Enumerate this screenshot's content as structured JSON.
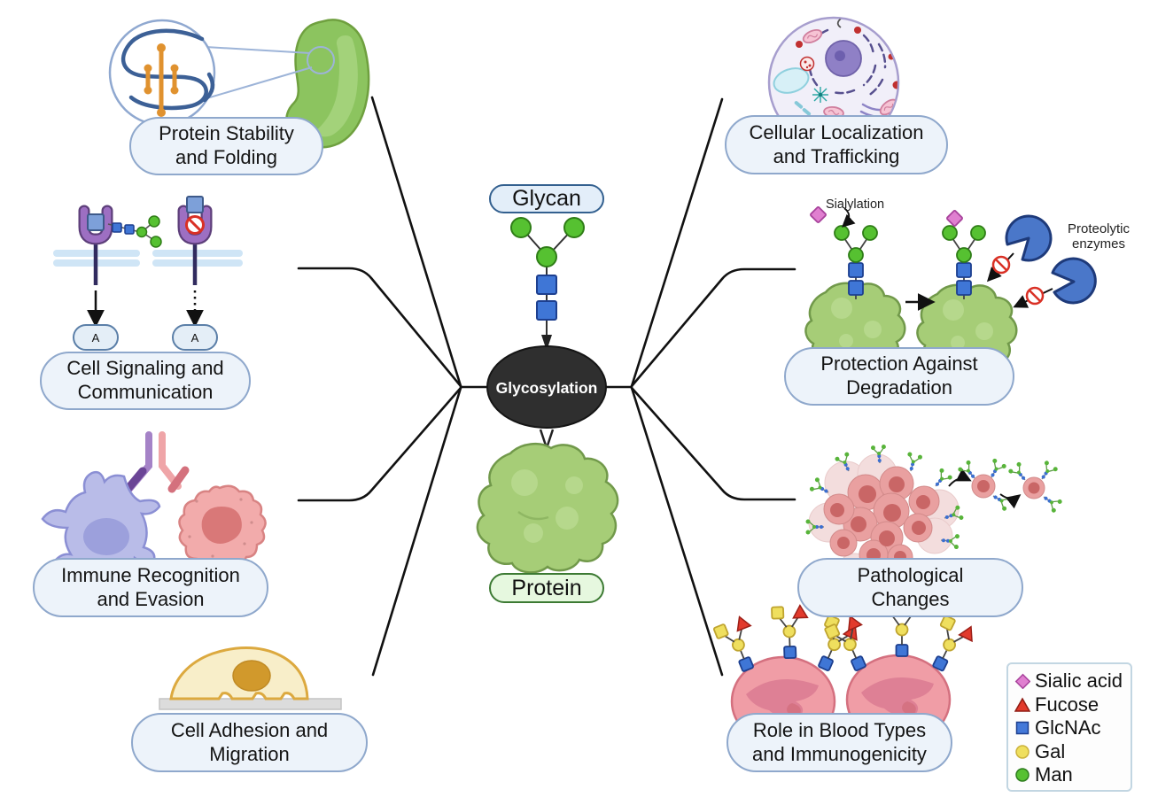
{
  "center": {
    "glycan_label": "Glycan",
    "hub_label": "Glycosylation",
    "protein_label": "Protein"
  },
  "nodes": {
    "protein_stability": {
      "line1": "Protein Stability",
      "line2": "and Folding"
    },
    "cell_signaling": {
      "line1": "Cell Signaling and",
      "line2": "Communication"
    },
    "immune_recognition": {
      "line1": "Immune Recognition",
      "line2": "and Evasion"
    },
    "cell_adhesion": {
      "line1": "Cell Adhesion and",
      "line2": "Migration"
    },
    "cellular_localization": {
      "line1": "Cellular Localization",
      "line2": "and Trafficking"
    },
    "protection_degradation": {
      "line1": "Protection Against",
      "line2": "Degradation"
    },
    "pathological_changes": {
      "line1": "Pathological",
      "line2": "Changes"
    },
    "blood_types": {
      "line1": "Role in Blood Types",
      "line2": "and Immunogenicity"
    }
  },
  "annotations": {
    "sialylation": "Sialylation",
    "proteolytic_line1": "Proteolytic",
    "proteolytic_line2": "enzymes",
    "signal_left": "A",
    "signal_right": "A"
  },
  "legend": {
    "items": [
      {
        "symbol": "diamond",
        "label": "Sialic acid",
        "color": "#e07fd0"
      },
      {
        "symbol": "triangle",
        "label": "Fucose",
        "color": "#e23a2c"
      },
      {
        "symbol": "square",
        "label": "GlcNAc",
        "color": "#4479d9"
      },
      {
        "symbol": "circle",
        "label": "Gal",
        "color": "#efdf5e"
      },
      {
        "symbol": "circle",
        "label": "Man",
        "color": "#57c132"
      }
    ]
  },
  "colors": {
    "hub_fill": "#2f2f2f",
    "pill_fill": "#edf3fa",
    "pill_border": "#8fa8cc",
    "protein_green": "#a6cd77",
    "line": "#111111"
  }
}
